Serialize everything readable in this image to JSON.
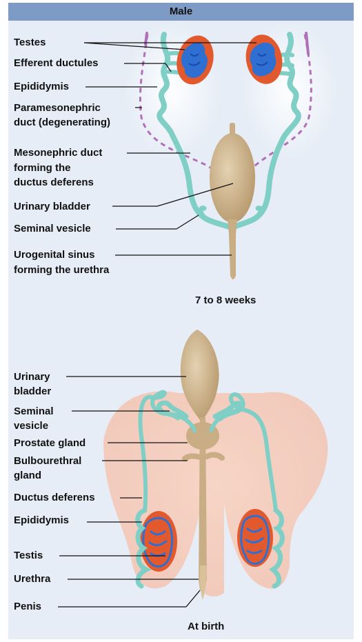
{
  "header": {
    "title": "Male"
  },
  "stage1": {
    "caption": "7 to 8 weeks",
    "labels": {
      "testes": "Testes",
      "efferent_ductules": "Efferent ductules",
      "epididymis": "Epididymis",
      "paramesonephric_1": "Paramesonephric",
      "paramesonephric_2": "duct (degenerating)",
      "mesonephric_1": "Mesonephric duct",
      "mesonephric_2": "forming the",
      "mesonephric_3": "ductus deferens",
      "urinary_bladder": "Urinary bladder",
      "seminal_vesicle": "Seminal vesicle",
      "urogenital_1": "Urogenital sinus",
      "urogenital_2": "forming the urethra"
    }
  },
  "stage2": {
    "caption": "At birth",
    "labels": {
      "urinary_bladder_1": "Urinary",
      "urinary_bladder_2": "bladder",
      "seminal_vesicle_1": "Seminal",
      "seminal_vesicle_2": "vesicle",
      "prostate": "Prostate gland",
      "bulbourethral_1": "Bulbourethral",
      "bulbourethral_2": "gland",
      "ductus_deferens": "Ductus deferens",
      "epididymis": "Epididymis",
      "testis": "Testis",
      "urethra": "Urethra",
      "penis": "Penis"
    }
  },
  "colors": {
    "panel_bg": "#e6edf6",
    "header_bg": "#7d9bc4",
    "duct": "#7fcfc6",
    "gonad": "#e3592e",
    "tubules": "#2f6fd1",
    "bladder": "#c9ad85",
    "paramesonephric": "#b070b8",
    "skin": "#f4c8b8"
  }
}
